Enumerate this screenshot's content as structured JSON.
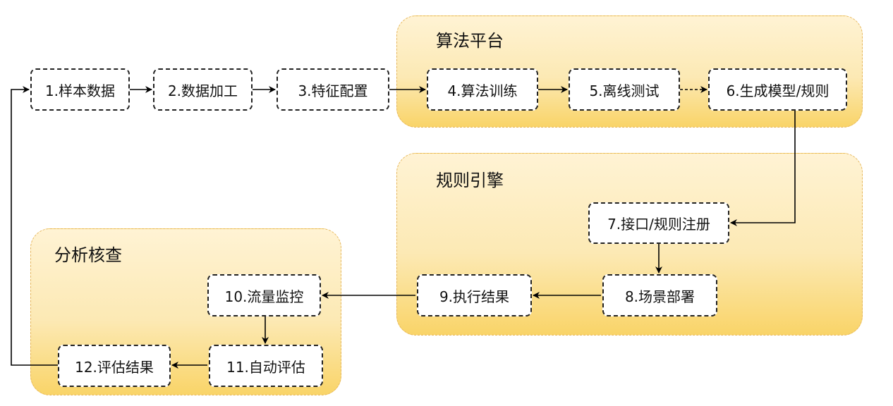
{
  "groups": {
    "algo_platform": "算法平台",
    "rule_engine": "规则引擎",
    "analysis": "分析核查"
  },
  "nodes": {
    "n1": "1.样本数据",
    "n2": "2.数据加工",
    "n3": "3.特征配置",
    "n4": "4.算法训练",
    "n5": "5.离线测试",
    "n6": "6.生成模型/规则",
    "n7": "7.接口/规则注册",
    "n8": "8.场景部署",
    "n9": "9.执行结果",
    "n10": "10.流量监控",
    "n11": "11.自动评估",
    "n12": "12.评估结果"
  },
  "colors": {
    "group_border": "#e6b65a",
    "group_fill_top": "#fff3d4",
    "group_fill_bottom": "#f9d468",
    "node_border": "#222222",
    "edge": "#000000"
  }
}
